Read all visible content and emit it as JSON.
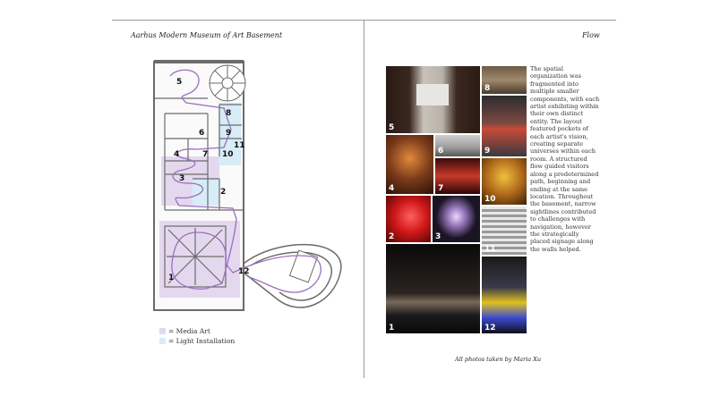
{
  "header": {
    "left_title": "Aarhus Modern Museum of Art Basement",
    "right_title": "Flow"
  },
  "plan": {
    "room_labels": [
      "1",
      "2",
      "3",
      "4",
      "5",
      "6",
      "7",
      "8",
      "9",
      "10",
      "11",
      "12"
    ]
  },
  "legend": {
    "items": [
      {
        "label": "= Media Art",
        "color": "#e4d8ee"
      },
      {
        "label": "= Light Installation",
        "color": "#d6ecf6"
      }
    ]
  },
  "photos": {
    "labels": [
      "5",
      "8",
      "9",
      "6",
      "4",
      "7",
      "10",
      "2",
      "3",
      "11",
      "1",
      "12"
    ]
  },
  "body_text": "The spatial organization was fragmented into multiple smaller components, with each artist exhibiting within their own distinct entity. The layout featured pockets of each artist's vision, creating separate universes within each room. A structured flow guided visitors along a predetermined path, beginning and ending at the same location. Throughout the basement, narrow sightlines contributed to challenges with navigation, however the strategically placed signage along the walls helped.",
  "credit": "All photos taken by Maria Xu",
  "colors": {
    "path": "#9b6fbf",
    "media_art_fill": "#e4d8ee",
    "light_fill": "#d6ecf6",
    "wall": "#6b6b6b"
  }
}
